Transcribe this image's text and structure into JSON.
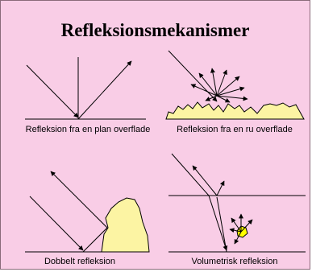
{
  "title": "Refleksionsmekanismer",
  "captions": {
    "plane": "Refleksion fra en plan overflade",
    "rough": "Refleksion fra en ru overflade",
    "double": "Dobbelt refleksion",
    "volumetric": "Volumetrisk refleksion"
  },
  "colors": {
    "background": "#f9cde6",
    "surface_fill": "#fcf4a3",
    "line": "#000000"
  }
}
